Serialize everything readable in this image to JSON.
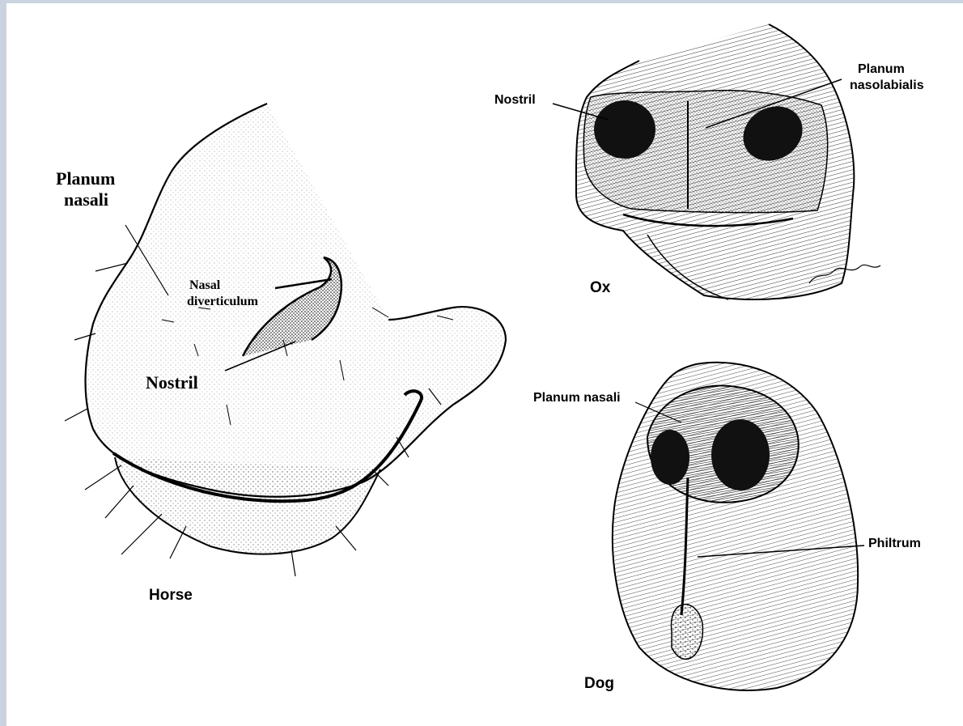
{
  "diagram": {
    "horse": {
      "caption": "Horse",
      "labels": {
        "planum_nasali_line1": "Planum",
        "planum_nasali_line2": "nasali",
        "nasal_diverticulum_line1": "Nasal",
        "nasal_diverticulum_line2": "diverticulum",
        "nostril": "Nostril"
      }
    },
    "ox": {
      "caption": "Ox",
      "labels": {
        "nostril": "Nostril",
        "planum_nasolabialis_line1": "Planum",
        "planum_nasolabialis_line2": "nasolabialis"
      }
    },
    "dog": {
      "caption": "Dog",
      "labels": {
        "planum_nasali": "Planum nasali",
        "philtrum": "Philtrum"
      }
    }
  }
}
